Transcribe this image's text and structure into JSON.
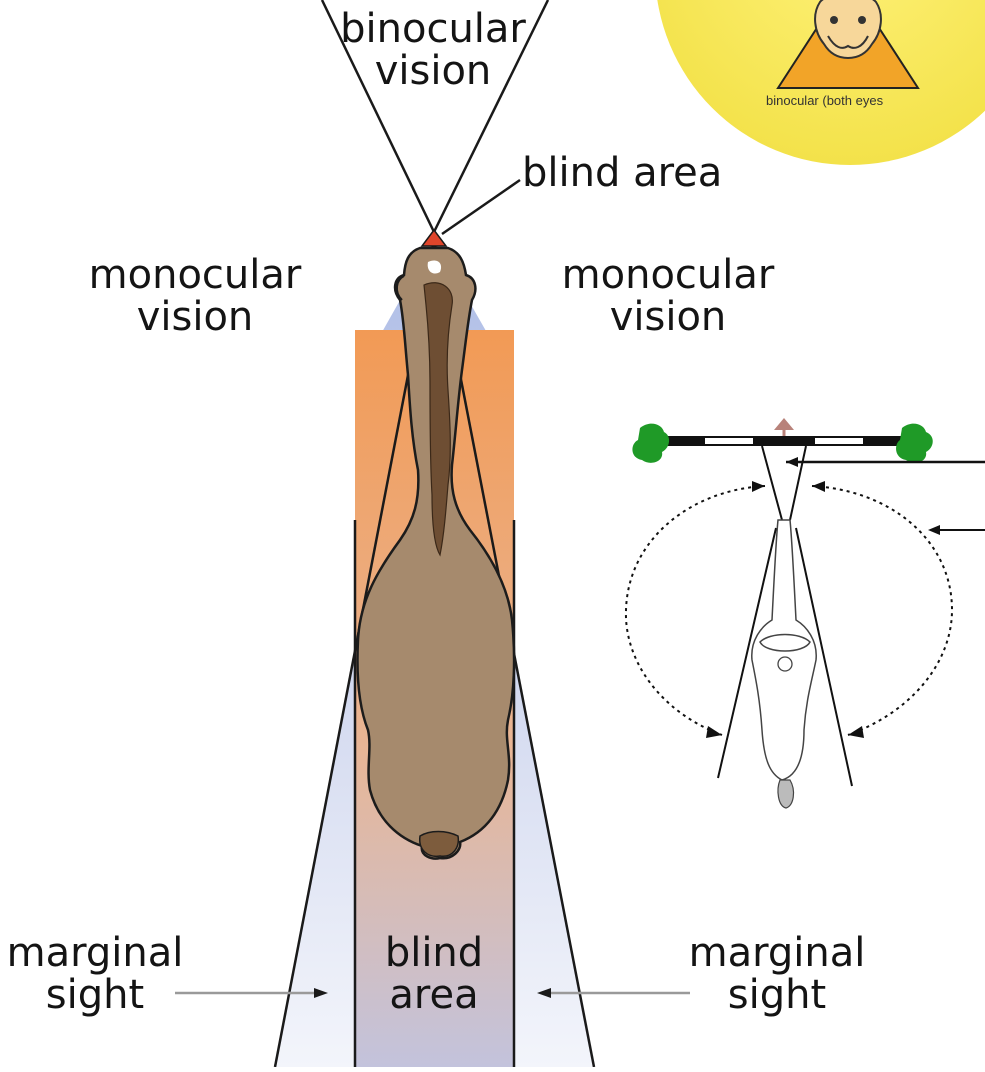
{
  "labels": {
    "binocular_line1": "binocular",
    "binocular_line2": "vision",
    "blind_area_top": "blind area",
    "mono_left_line1": "monocular",
    "mono_left_line2": "vision",
    "mono_right_line1": "monocular",
    "mono_right_line2": "vision",
    "marginal_left_line1": "marginal",
    "marginal_left_line2": "sight",
    "blind_area_bottom_line1": "blind",
    "blind_area_bottom_line2": "area",
    "marginal_right_line1": "marginal",
    "marginal_right_line2": "sight",
    "inset_top_caption": "binocular (both eyes"
  },
  "colors": {
    "wedge_blue": "#b9c6ea",
    "blind_orange": "#e9a372",
    "blind_bottom": "#c9c4d8",
    "horse_body": "#a6896b",
    "mane": "#6e4e33",
    "outline": "#1c1c1c",
    "inset_yellow": "#f6ea52",
    "tree_green": "#1f9a27",
    "nose_red": "#e0452b"
  }
}
